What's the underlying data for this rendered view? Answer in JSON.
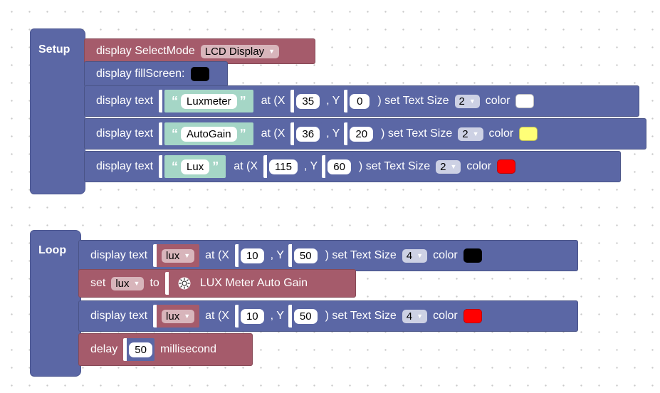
{
  "colors": {
    "display_block": "#5b67a5",
    "variable_block": "#a55b6b",
    "string_block": "#a5d6c6",
    "black": "#000000",
    "white": "#ffffff",
    "yellow": "#ffff77",
    "red": "#ff0000"
  },
  "setup": {
    "label": "Setup",
    "select_mode": {
      "text": "display SelectMode",
      "value": "LCD Display"
    },
    "fill_screen": {
      "text": "display fillScreen:",
      "color_icon": "black-swatch"
    },
    "texts": [
      {
        "prefix": "display text",
        "string": "Luxmeter",
        "at_x": "at (X",
        "x": "35",
        "at_y": ", Y",
        "y": "0",
        "size_label": ") set Text Size",
        "size": "2",
        "color_label": "color",
        "color_icon": "white-swatch"
      },
      {
        "prefix": "display text",
        "string": "AutoGain",
        "at_x": "at (X",
        "x": "36",
        "at_y": ", Y",
        "y": "20",
        "size_label": ") set Text Size",
        "size": "2",
        "color_label": "color",
        "color_icon": "yellow-swatch"
      },
      {
        "prefix": "display text",
        "string": "Lux",
        "at_x": "at (X",
        "x": "115",
        "at_y": ", Y",
        "y": "60",
        "size_label": ") set Text Size",
        "size": "2",
        "color_label": "color",
        "color_icon": "red-swatch"
      }
    ]
  },
  "loop": {
    "label": "Loop",
    "text1": {
      "prefix": "display text",
      "var": "lux",
      "at_x": "at (X",
      "x": "10",
      "at_y": ", Y",
      "y": "50",
      "size_label": ") set Text Size",
      "size": "4",
      "color_label": "color",
      "color_icon": "black-swatch"
    },
    "set": {
      "label": "set",
      "var": "lux",
      "to": "to",
      "sensor_icon": "sun-icon",
      "sensor": "LUX Meter Auto Gain"
    },
    "text2": {
      "prefix": "display text",
      "var": "lux",
      "at_x": "at (X",
      "x": "10",
      "at_y": ", Y",
      "y": "50",
      "size_label": ") set Text Size",
      "size": "4",
      "color_label": "color",
      "color_icon": "red-swatch"
    },
    "delay": {
      "label": "delay",
      "value": "50",
      "unit": "millisecond"
    }
  }
}
